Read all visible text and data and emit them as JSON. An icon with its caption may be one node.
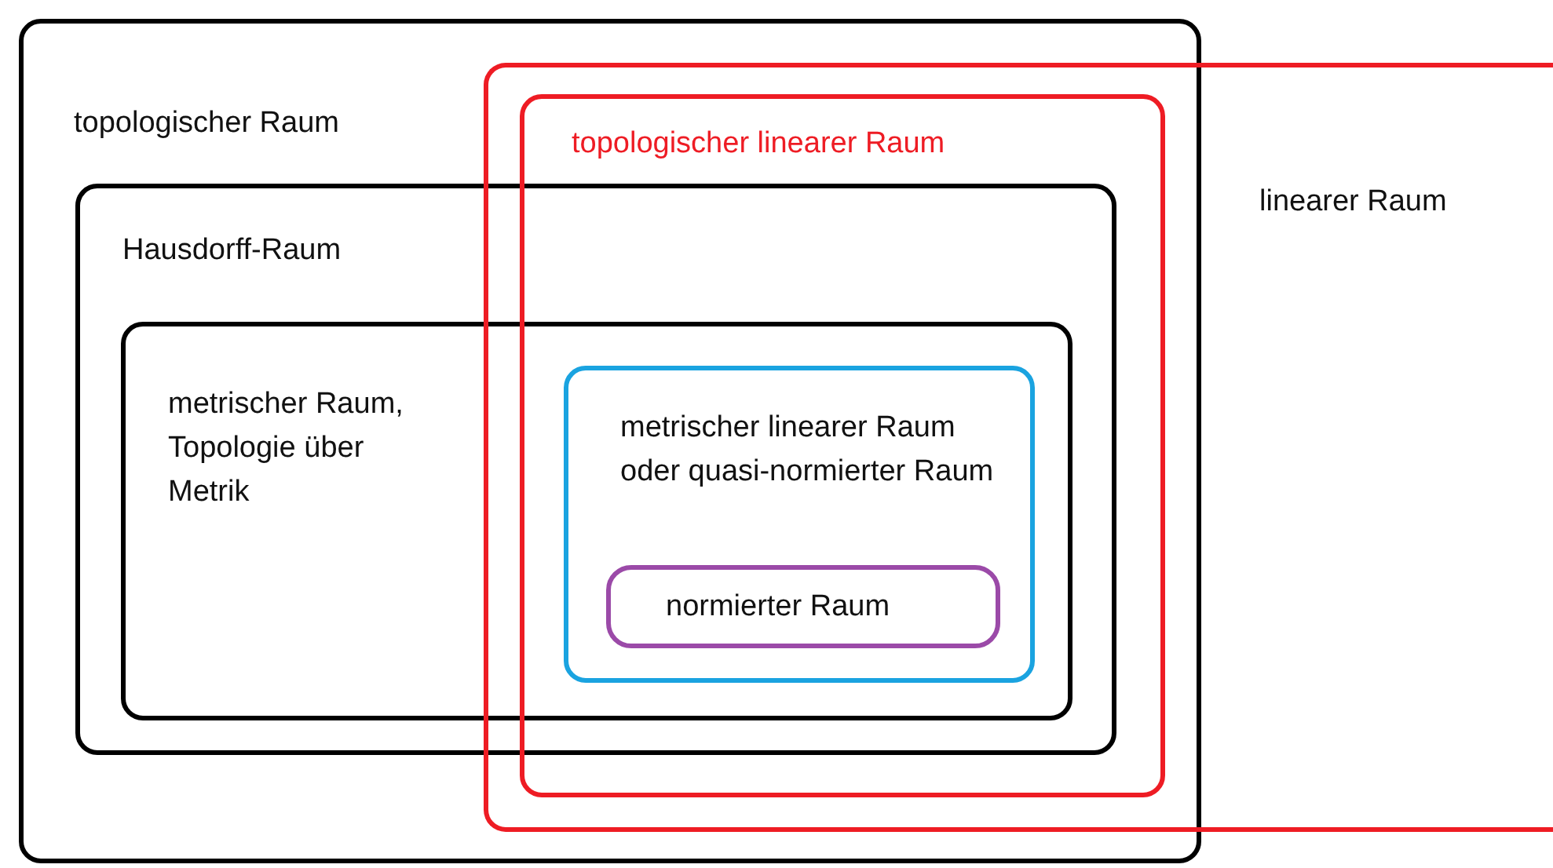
{
  "diagram": {
    "nodes": [
      {
        "text": [
          "topologischer Raum"
        ]
      },
      {
        "text": [
          "linearer Raum"
        ]
      },
      {
        "text": [
          "topologischer linearer Raum"
        ]
      },
      {
        "text": [
          "Hausdorff-Raum"
        ],
        "in": 0
      },
      {
        "text": [
          "metrischer Raum, Topologie über Metrik"
        ],
        "in": 3
      },
      {
        "text": [
          "metrischer linearer Raum oder quasi-normierter Raum"
        ]
      },
      {
        "text": [
          "normierter Raum"
        ],
        "in": 5
      }
    ],
    "edges": []
  }
}
